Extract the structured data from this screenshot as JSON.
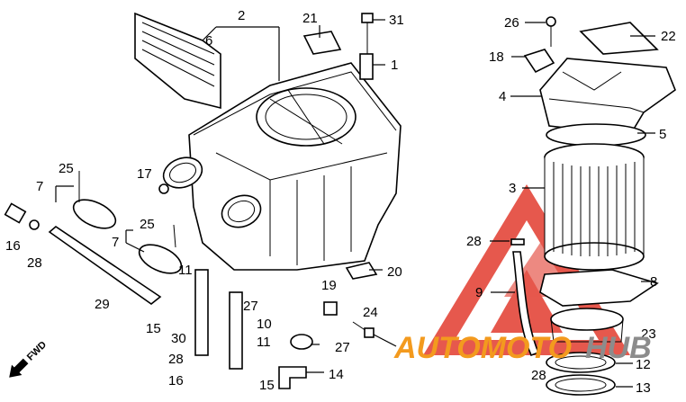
{
  "callouts": {
    "n1": "1",
    "n2": "2",
    "n3": "3",
    "n4": "4",
    "n5": "5",
    "n6": "6",
    "n7a": "7",
    "n7b": "7",
    "n8": "8",
    "n9": "9",
    "n10": "10",
    "n11a": "11",
    "n11b": "11",
    "n12": "12",
    "n13": "13",
    "n14": "14",
    "n15a": "15",
    "n15b": "15",
    "n16a": "16",
    "n16b": "16",
    "n17": "17",
    "n18": "18",
    "n19": "19",
    "n20": "20",
    "n21": "21",
    "n22": "22",
    "n23": "23",
    "n24": "24",
    "n25a": "25",
    "n25b": "25",
    "n26": "26",
    "n27a": "27",
    "n27b": "27",
    "n28a": "28",
    "n28b": "28",
    "n28c": "28",
    "n28d": "28",
    "n29": "29",
    "n30": "30",
    "n31": "31"
  },
  "direction_label": "FWD",
  "watermark": {
    "text_orange": "AUTOMOTO",
    "text_gray": "HUB",
    "colors": {
      "logo_red": "#e23b2e",
      "text_orange": "#f39a1e",
      "text_gray": "#8c8c8c"
    }
  }
}
